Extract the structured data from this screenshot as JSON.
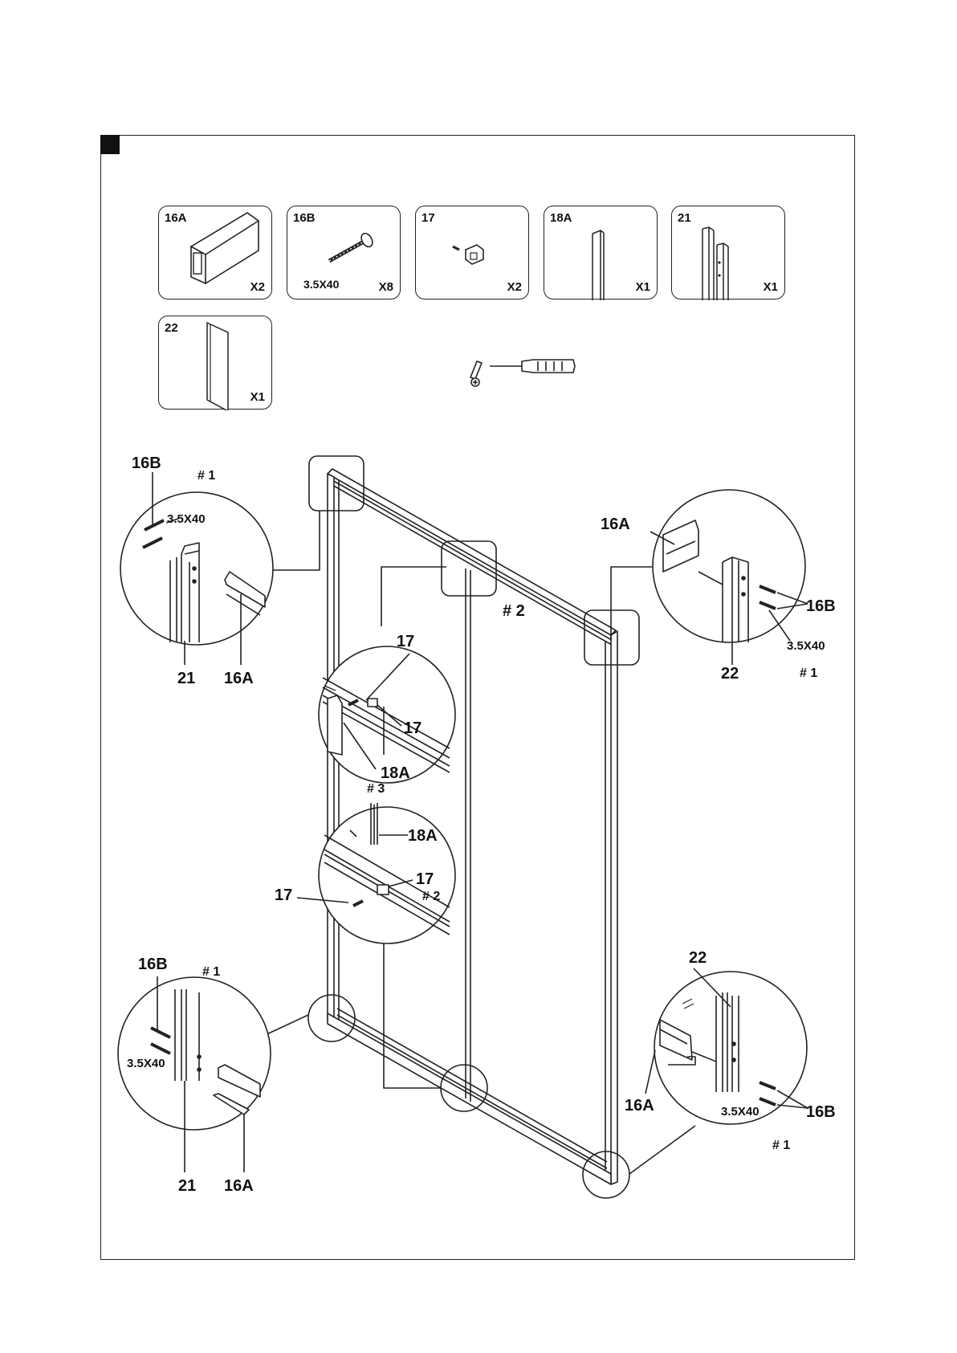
{
  "parts": [
    {
      "id": "16A",
      "qty": "X2",
      "size": ""
    },
    {
      "id": "16B",
      "qty": "X8",
      "size": "3.5X40"
    },
    {
      "id": "17",
      "qty": "X2",
      "size": ""
    },
    {
      "id": "18A",
      "qty": "X1",
      "size": ""
    },
    {
      "id": "21",
      "qty": "X1",
      "size": ""
    },
    {
      "id": "22",
      "qty": "X1",
      "size": ""
    }
  ],
  "tool": "screwdriver-icon",
  "callouts": {
    "tl": {
      "screw": "16B",
      "size": "3.5X40",
      "step": "# 1",
      "post": "21",
      "rail": "16A"
    },
    "tr": {
      "rail": "16A",
      "screw": "16B",
      "size": "3.5X40",
      "post": "22",
      "step": "# 1"
    },
    "mid_top": {
      "clip_a": "17",
      "clip_b": "17",
      "bar": "18A",
      "step": "# 3",
      "frame_step": "# 2"
    },
    "mid_bot": {
      "bar": "18A",
      "clip_a": "17",
      "clip_b": "17",
      "step": "# 2"
    },
    "bl": {
      "screw": "16B",
      "step": "# 1",
      "size": "3.5X40",
      "post": "21",
      "rail": "16A"
    },
    "br": {
      "post": "22",
      "rail": "16A",
      "size": "3.5X40",
      "screw": "16B",
      "step": "# 1"
    }
  }
}
